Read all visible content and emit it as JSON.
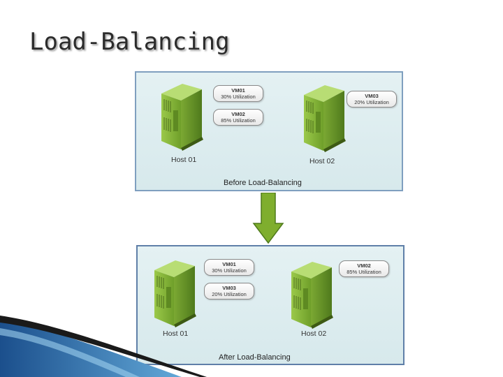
{
  "slide": {
    "title": "Load-Balancing"
  },
  "before": {
    "caption": "Before Load-Balancing",
    "hosts": [
      {
        "label": "Host 01",
        "vms": [
          {
            "name": "VM01",
            "utilization": "30% Utilization"
          },
          {
            "name": "VM02",
            "utilization": "85% Utilization"
          }
        ]
      },
      {
        "label": "Host 02",
        "vms": [
          {
            "name": "VM03",
            "utilization": "20% Utilization"
          }
        ]
      }
    ]
  },
  "after": {
    "caption": "After Load-Balancing",
    "hosts": [
      {
        "label": "Host 01",
        "vms": [
          {
            "name": "VM01",
            "utilization": "30% Utilization"
          },
          {
            "name": "VM03",
            "utilization": "20% Utilization"
          }
        ]
      },
      {
        "label": "Host 02",
        "vms": [
          {
            "name": "VM02",
            "utilization": "85% Utilization"
          }
        ]
      }
    ]
  },
  "colors": {
    "server_green": "#8cbf3f",
    "panel_border": "#7f9fbf",
    "arrow_green": "#7fae2e"
  }
}
